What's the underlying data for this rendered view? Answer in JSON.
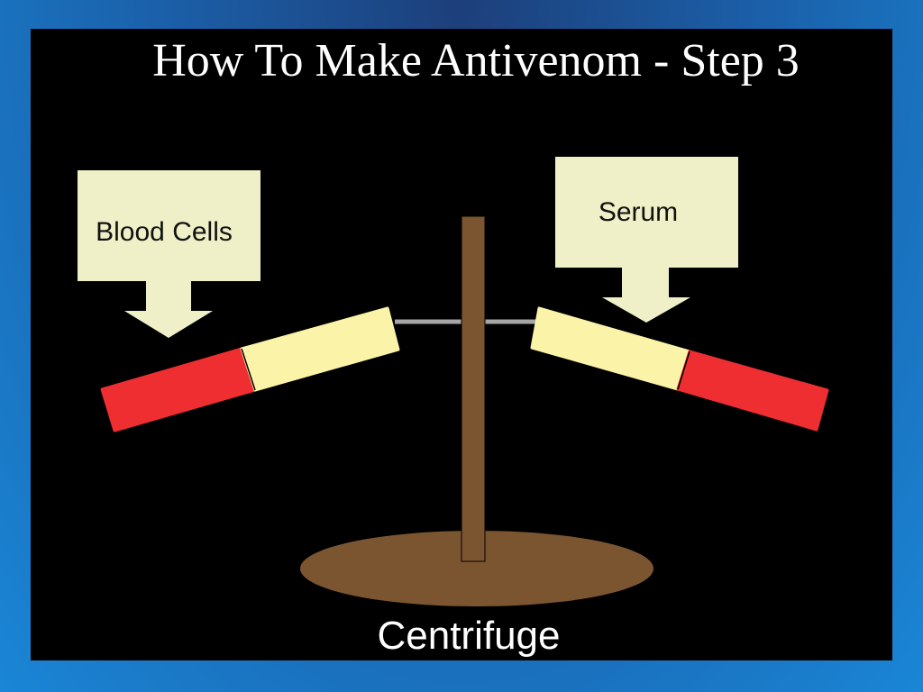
{
  "title": "How To Make Antivenom - Step 3",
  "callouts": {
    "left": "Blood Cells",
    "right": "Serum"
  },
  "caption": "Centrifuge",
  "colors": {
    "blood": "#ee2e31",
    "serum": "#fbf4a8",
    "callout": "#f0f0c8",
    "stand": "#7b5530",
    "wire": "#a6a6a6"
  }
}
